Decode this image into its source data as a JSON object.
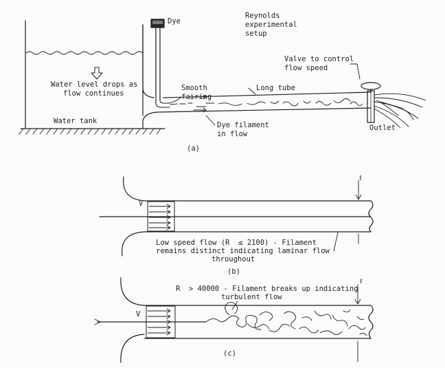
{
  "panel_a": {
    "dye_label": "Dye",
    "setup_title_line1": "Reynolds",
    "setup_title_line2": "experimental",
    "setup_title_line3": "setup",
    "water_level_line1": "Water level drops as",
    "water_level_line2": "flow continues",
    "smooth_fairing_line1": "Smooth",
    "smooth_fairing_line2": "fairing",
    "long_tube": "Long tube",
    "valve_line1": "Valve to control",
    "valve_line2": "flow speed",
    "water_tank": "Water tank",
    "dye_filament_line1": "Dye filament",
    "dye_filament_line2": "in flow",
    "outlet": "Outlet",
    "caption": "(a)"
  },
  "panel_b": {
    "v_label": "V",
    "d_label": "ℓ",
    "desc_line1": "Low speed flow (R  ≤ 2100) - Filament",
    "desc_line2": "remains distinct indicating laminar flow",
    "desc_line3": "throughout",
    "caption": "(b)"
  },
  "panel_c": {
    "v_label": "V",
    "d_label": "ℓ",
    "desc_line1": "R  > 40000 - Filament breaks up indicating",
    "desc_line2": "turbulent flow",
    "caption": "(c)"
  },
  "colors": {
    "ink": "#1c1c1c",
    "paper": "#fbfbf9"
  }
}
